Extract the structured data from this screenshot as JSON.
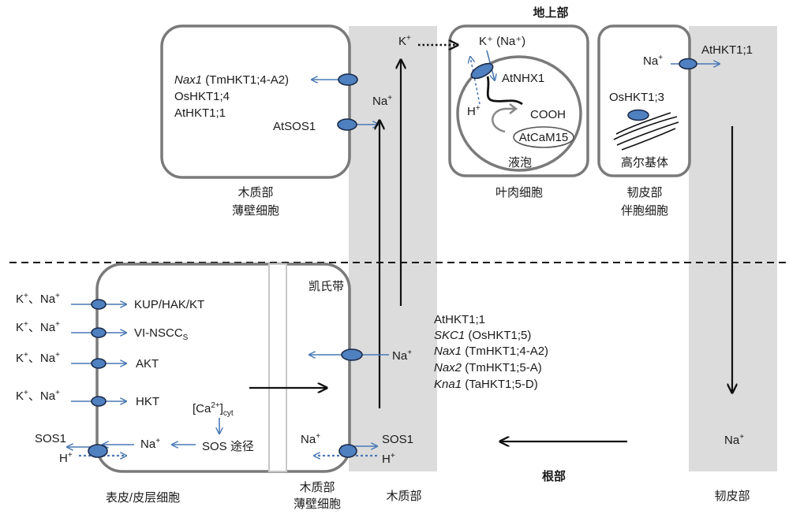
{
  "regions": {
    "shoot": "地上部",
    "root": "根部",
    "xylem": "木质部",
    "phloem": "韧皮部"
  },
  "cells": {
    "xylem_parenchyma_top": [
      "木质部",
      "薄壁细胞"
    ],
    "mesophyll": "叶肉细胞",
    "phloem_companion": [
      "韧皮部",
      "伴胞细胞"
    ],
    "epidermis_cortex": "表皮/皮层细胞",
    "xylem_parenchyma_root": [
      "木质部",
      "薄壁细胞"
    ],
    "casparian": "凯氏带",
    "vacuole": "液泡",
    "golgi": "高尔基体"
  },
  "ions": {
    "K": "K",
    "Na": "Na",
    "H": "H",
    "plus": "+",
    "K_Na": "K⁺ (Na⁺)",
    "K_sep_Na": "、",
    "Ca_cyt": "[Ca",
    "Ca_sup": "2+",
    "Ca_close": "]",
    "cyt": "cyt"
  },
  "transporters": {
    "xp_top": [
      {
        "italic": "Nax1",
        "rest": " (TmHKT1;4-A2)"
      },
      {
        "italic": "",
        "rest": "OsHKT1;4"
      },
      {
        "italic": "",
        "rest": "AtHKT1;1"
      }
    ],
    "atsos1": "AtSOS1",
    "atnhx1": "AtNHX1",
    "cooh": "COOH",
    "atcam15": "AtCaM15",
    "athkt_phloem": "AtHKT1;1",
    "oshkt13": "OsHKT1;3",
    "root_channels": [
      "KUP/HAK/KT",
      "VI-NSCC",
      "AKT",
      "HKT"
    ],
    "vi_nscc_sub": "S",
    "sos1": "SOS1",
    "sos_pathway": "SOS 途径",
    "root_xylem_list": [
      {
        "italic": "",
        "rest": "AtHKT1;1"
      },
      {
        "italic": "SKC1",
        "rest": " (OsHKT1;5)"
      },
      {
        "italic": "Nax1",
        "rest": " (TmHKT1;4-A2)"
      },
      {
        "italic": "Nax2",
        "rest": " (TmHKT1;5-A)"
      },
      {
        "italic": "Kna1",
        "rest": " (TaHKT1;5-D)"
      }
    ]
  },
  "colors": {
    "arrow_blue": "#4a78b4",
    "transporter_fill": "#4f80c0",
    "cell_border": "#7a7a7a",
    "xylem_band": "#dcdcdc"
  }
}
